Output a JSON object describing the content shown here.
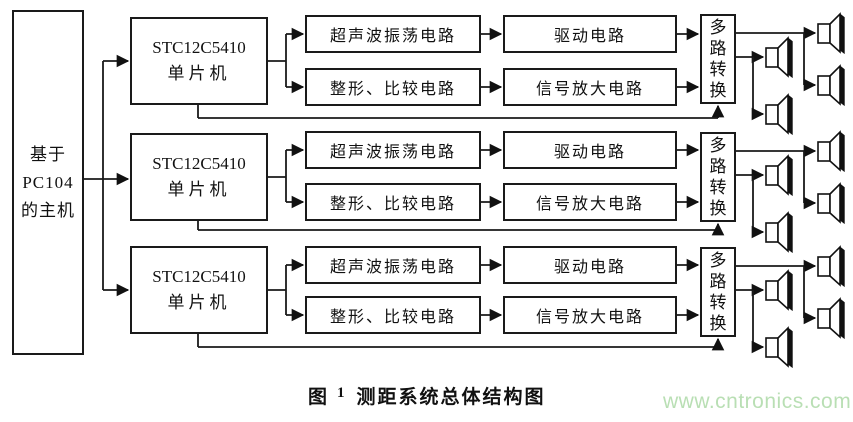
{
  "diagram": {
    "host": {
      "line1": "基于",
      "line2": "PC104",
      "line3": "的主机"
    },
    "groups": [
      {
        "mcu_model": "STC12C5410",
        "mcu_type": "单片机",
        "oscillator": "超声波振荡电路",
        "driver": "驱动电路",
        "shaper": "整形、比较电路",
        "amplifier": "信号放大电路",
        "mux": "多路转换"
      },
      {
        "mcu_model": "STC12C5410",
        "mcu_type": "单片机",
        "oscillator": "超声波振荡电路",
        "driver": "驱动电路",
        "shaper": "整形、比较电路",
        "amplifier": "信号放大电路",
        "mux": "多路转换"
      },
      {
        "mcu_model": "STC12C5410",
        "mcu_type": "单片机",
        "oscillator": "超声波振荡电路",
        "driver": "驱动电路",
        "shaper": "整形、比较电路",
        "amplifier": "信号放大电路",
        "mux": "多路转换"
      }
    ],
    "caption": {
      "figure_label": "图",
      "figure_number": "1",
      "title": "测距系统总体结构图"
    },
    "watermark": {
      "text": "www.cntronics.com",
      "color": "#b9dfb4"
    },
    "icons": {
      "transducer": "speaker-icon"
    },
    "colors": {
      "line": "#1a1a1a",
      "background": "#ffffff"
    }
  }
}
